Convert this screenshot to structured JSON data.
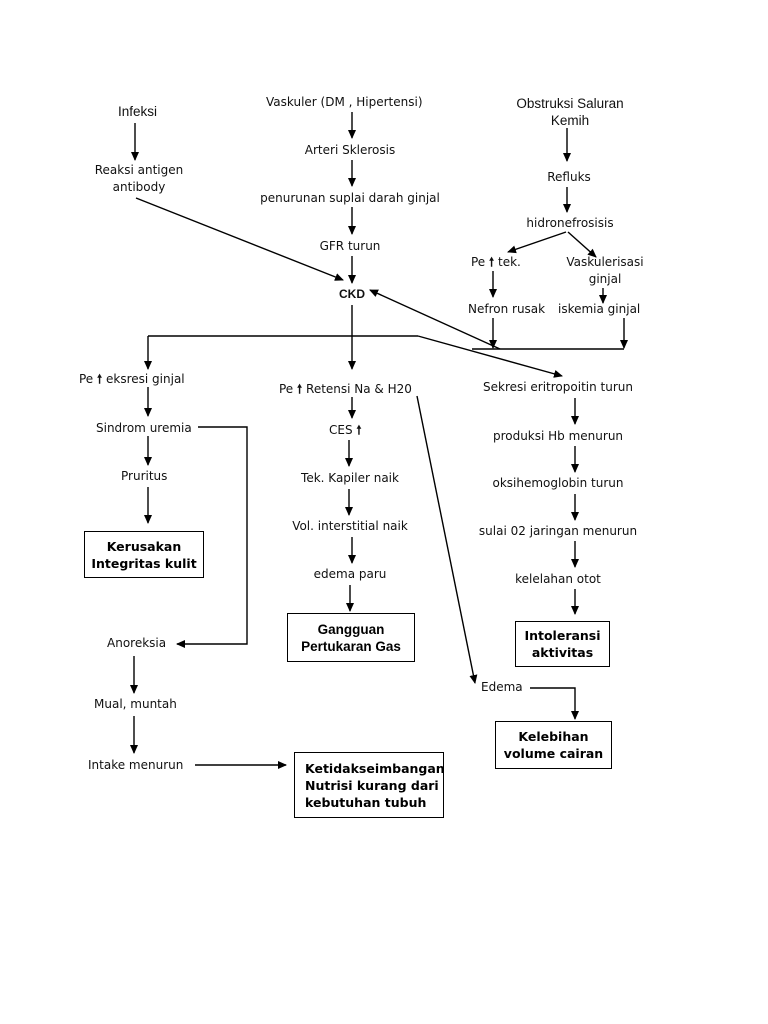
{
  "nodes": {
    "infeksi": "Infeksi",
    "reaksi_antigen_1": "Reaksi antigen",
    "reaksi_antigen_2": "antibody",
    "vaskuler": "Vaskuler (DM , Hipertensi)",
    "arteri_sklerosis": "Arteri Sklerosis",
    "penurunan_suplai": "penurunan suplai darah ginjal",
    "gfr_turun": "GFR turun",
    "ckd": "CKD",
    "obstruksi_1": "Obstruksi Saluran",
    "obstruksi_2": "Kemih",
    "refluks": "Refluks",
    "hidronefrosisis": "hidronefrosisis",
    "pe_tek_prefix": "Pe",
    "pe_tek_suffix": "tek.",
    "vaskulerisasi_1": "Vaskulerisasi",
    "vaskulerisasi_2": "ginjal",
    "nefron_rusak": "Nefron rusak",
    "iskemia_ginjal": "iskemia ginjal",
    "pe_ekskresi_prefix": "Pe",
    "pe_ekskresi_suffix": "eksresi ginjal",
    "sindrom_uremia": "Sindrom uremia",
    "pruritus": "Pruritus",
    "anoreksia": "Anoreksia",
    "mual_muntah": "Mual, muntah",
    "intake_menurun": "Intake menurun",
    "pe_retensi_prefix": "Pe",
    "pe_retensi_suffix": "Retensi Na & H20",
    "ces": "CES",
    "tek_kapiler": "Tek. Kapiler naik",
    "vol_interstitial": "Vol. interstitial naik",
    "edema_paru": "edema paru",
    "sekresi_eritropoitin": "Sekresi eritropoitin turun",
    "produksi_hb": "produksi Hb menurun",
    "oksihemoglobin": "oksihemoglobin turun",
    "sulai_o2": "sulai 02 jaringan menurun",
    "kelelahan_otot": "kelelahan otot",
    "edema": "Edema",
    "up_arrow": "🠕"
  },
  "boxes": {
    "kerusakan": "Kerusakan\nIntegritas kulit",
    "gangguan": "Gangguan\nPertukaran Gas",
    "intoleransi": "Intoleransi\naktivitas",
    "kelebihan": "Kelebihan\nvolume cairan",
    "ketidakseimbangan": "Ketidakseimbangan\nNutrisi kurang dari\nkebutuhan tubuh"
  },
  "colors": {
    "line": "#000000",
    "text": "#111111"
  }
}
